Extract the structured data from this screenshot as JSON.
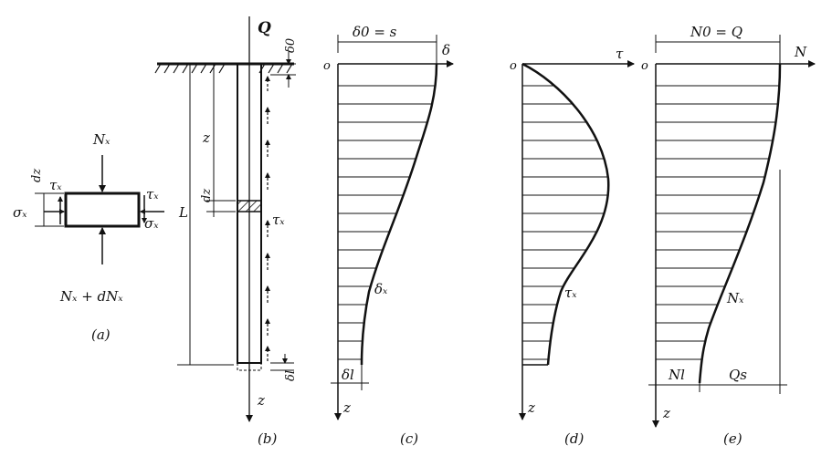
{
  "panel_a": {
    "top_label": "Nₓ",
    "bottom_label": "Nₓ + dNₓ",
    "dz_label": "dz",
    "tau_left": "τₓ",
    "tau_right": "τₓ",
    "sigma_left": "σₓ",
    "sigma_right": "σₓ",
    "caption": "(a)"
  },
  "panel_b": {
    "load_label": "Q",
    "delta0_label": "δ0",
    "z_depth_label": "z",
    "dz_label": "dz",
    "length_label": "L",
    "tau_label": "τₓ",
    "deltal_label": "δl",
    "axis_label": "z",
    "caption": "(b)"
  },
  "panel_c": {
    "top_label": "δ0 = s",
    "origin_label": "o",
    "axis_label": "δ",
    "curve_label": "δₓ",
    "bottom_label": "δl",
    "z_label": "z",
    "caption": "(c)"
  },
  "panel_d": {
    "origin_label": "o",
    "axis_label": "τ",
    "curve_label": "τₓ",
    "z_label": "z",
    "caption": "(d)"
  },
  "panel_e": {
    "top_label": "N0 = Q",
    "origin_label": "o",
    "axis_label": "N",
    "curve_label": "Nₓ",
    "bottom_left_label": "Nl",
    "bottom_right_label": "Qs",
    "z_label": "z",
    "caption": "(e)"
  }
}
